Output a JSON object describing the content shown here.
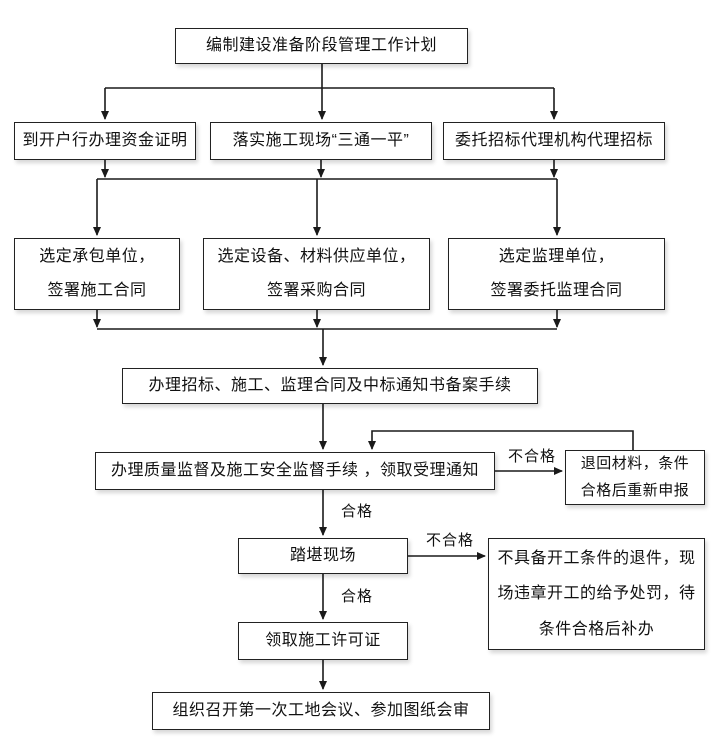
{
  "flowchart": {
    "nodes": {
      "plan": "编制建设准备阶段管理工作计划",
      "fund_certificate": "到开户行办理资金证明",
      "site_three_one": "落实施工现场“三通一平”",
      "bidding_agency": "委托招标代理机构代理招标",
      "contractor": "选定承包单位，\n签署施工合同",
      "supplier": "选定设备、材料供应单位，\n签署采购合同",
      "supervisor": "选定监理单位，\n签署委托监理合同",
      "filing": "办理招标、施工、监理合同及中标通知书备案手续",
      "quality_safety": "办理质量监督及施工安全监督手续 ，领取受理通知",
      "return_materials": "退回材料，条件\n合格后重新申报",
      "site_visit": "踏堪现场",
      "no_permit_penalty": "不具备开工条件的退件，现\n场违章开工的给予处罚，待\n条件合格后补办",
      "construction_permit": "领取施工许可证",
      "first_site_meeting": "组织召开第一次工地会议、参加图纸会审"
    },
    "edge_labels": {
      "qualified_1": "合格",
      "qualified_2": "合格",
      "unqualified_1": "不合格",
      "unqualified_2": "不合格"
    },
    "colors": {
      "line": "#1a1a1a",
      "border": "#222222",
      "background": "#ffffff",
      "text": "#111111"
    }
  }
}
